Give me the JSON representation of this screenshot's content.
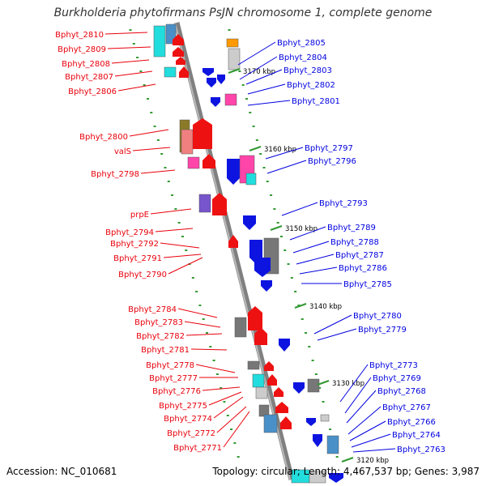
{
  "title": "Burkholderia phytofirmans PsJN chromosome 1, complete genome",
  "accession": "Accession: NC_010681",
  "summary": "Topology: circular; Length: 4,467,537 bp; Genes: 3,987",
  "colors": {
    "left_label": "#e8000b",
    "right_label": "#0000e0",
    "backbone": "#808080"
  },
  "ticks": [
    {
      "label": "3170 kbp"
    },
    {
      "label": "3160 kbp"
    },
    {
      "label": "3150 kbp"
    },
    {
      "label": "3140 kbp"
    },
    {
      "label": "3130 kbp"
    },
    {
      "label": "3120 kbp"
    }
  ],
  "left_labels": [
    "Bphyt_2810",
    "Bphyt_2809",
    "Bphyt_2808",
    "Bphyt_2807",
    "Bphyt_2806",
    "Bphyt_2800",
    "valS",
    "Bphyt_2798",
    "prpE",
    "Bphyt_2794",
    "Bphyt_2792",
    "Bphyt_2791",
    "Bphyt_2790",
    "Bphyt_2784",
    "Bphyt_2783",
    "Bphyt_2782",
    "Bphyt_2781",
    "Bphyt_2778",
    "Bphyt_2777",
    "Bphyt_2776",
    "Bphyt_2775",
    "Bphyt_2774",
    "Bphyt_2772",
    "Bphyt_2771"
  ],
  "right_labels": [
    "Bphyt_2805",
    "Bphyt_2804",
    "Bphyt_2803",
    "Bphyt_2802",
    "Bphyt_2801",
    "Bphyt_2797",
    "Bphyt_2796",
    "Bphyt_2793",
    "Bphyt_2789",
    "Bphyt_2788",
    "Bphyt_2787",
    "Bphyt_2786",
    "Bphyt_2785",
    "Bphyt_2780",
    "Bphyt_2779",
    "Bphyt_2773",
    "Bphyt_2769",
    "Bphyt_2768",
    "Bphyt_2767",
    "Bphyt_2766",
    "Bphyt_2764",
    "Bphyt_2763"
  ]
}
